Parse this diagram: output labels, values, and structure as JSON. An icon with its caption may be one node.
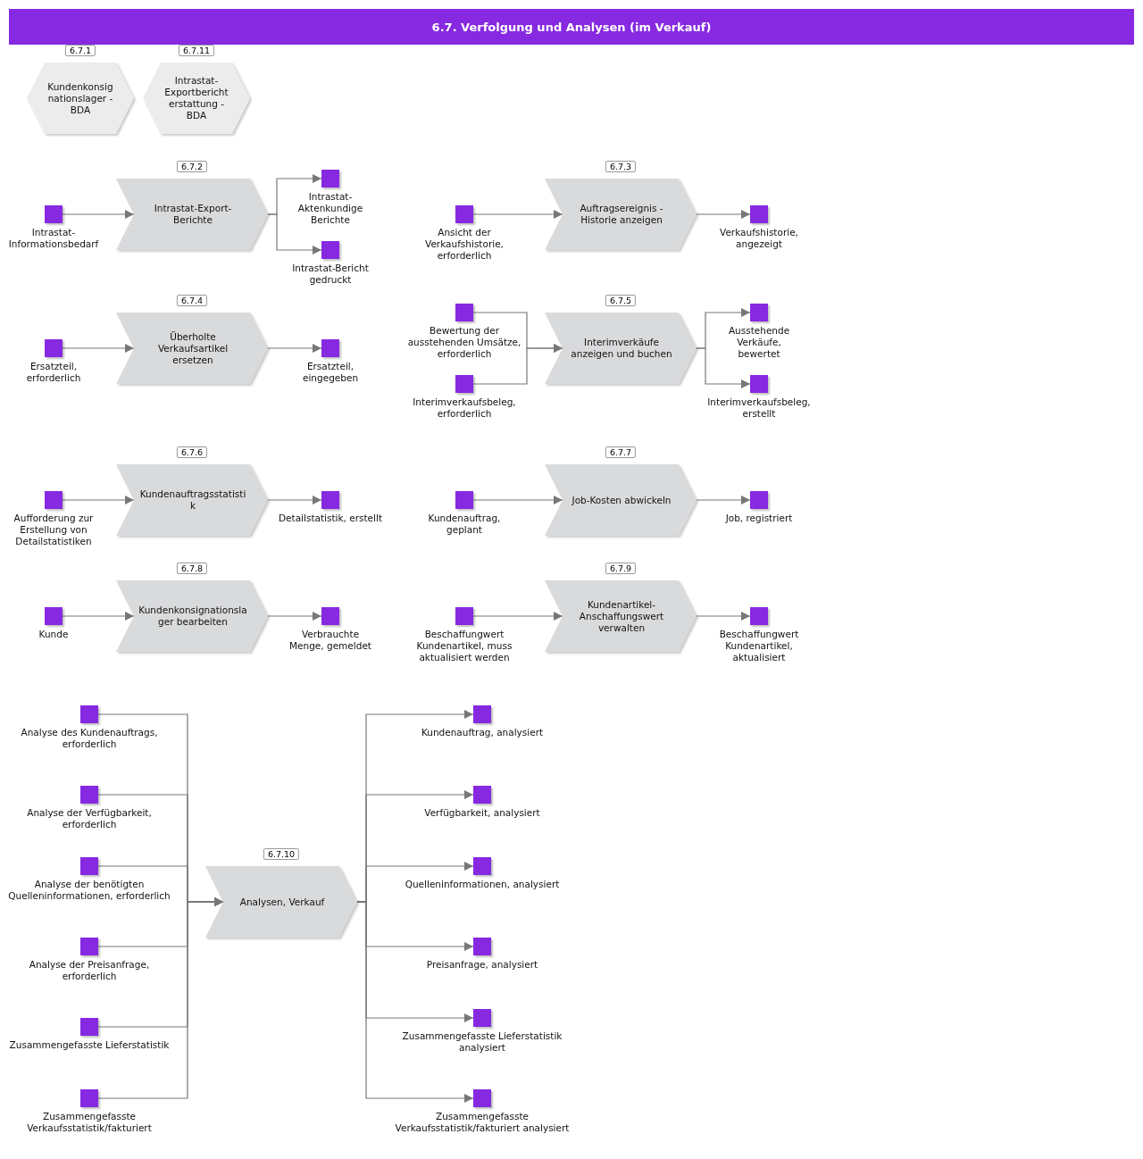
{
  "diagram": {
    "title": "6.7. Verfolgung und Analysen (im Verkauf)",
    "nodes": [
      {
        "text": [
          "6.7.1",
          "Kundenkonsignationslager - BDA"
        ]
      },
      {
        "text": [
          "6.7.11",
          "Intrastat-Exportberichterstattung - BDA"
        ]
      },
      {
        "text": [
          "Intrastat-Informationsbedarf"
        ]
      },
      {
        "text": [
          "6.7.2",
          "Intrastat-Export-Berichte"
        ]
      },
      {
        "text": [
          "Intrastat-Aktenkundige Berichte"
        ]
      },
      {
        "text": [
          "Intrastat-Bericht gedruckt"
        ]
      },
      {
        "text": [
          "Ansicht der Verkaufshistorie, erforderlich"
        ]
      },
      {
        "text": [
          "6.7.3",
          "Auftragsereignis - Historie anzeigen"
        ]
      },
      {
        "text": [
          "Verkaufshistorie, angezeigt"
        ]
      },
      {
        "text": [
          "Ersatzteil, erforderlich"
        ]
      },
      {
        "text": [
          "6.7.4",
          "Überholte Verkaufsartikel ersetzen"
        ]
      },
      {
        "text": [
          "Ersatzteil, eingegeben"
        ]
      },
      {
        "text": [
          "Bewertung der ausstehenden Umsätze, erforderlich"
        ]
      },
      {
        "text": [
          "Interimverkaufsbeleg, erforderlich"
        ]
      },
      {
        "text": [
          "6.7.5",
          "Interimverkäufe anzeigen und buchen"
        ]
      },
      {
        "text": [
          "Ausstehende Verkäufe, bewertet"
        ]
      },
      {
        "text": [
          "Interimverkaufsbeleg, erstellt"
        ]
      },
      {
        "text": [
          "Aufforderung zur Erstellung von Detailstatistiken"
        ]
      },
      {
        "text": [
          "6.7.6",
          "Kundenauftragsstatistik"
        ]
      },
      {
        "text": [
          "Detailstatistik, erstellt"
        ]
      },
      {
        "text": [
          "Kundenauftrag, geplant"
        ]
      },
      {
        "text": [
          "6.7.7",
          "Job-Kosten abwickeln"
        ]
      },
      {
        "text": [
          "Job, registriert"
        ]
      },
      {
        "text": [
          "Kunde"
        ]
      },
      {
        "text": [
          "6.7.8",
          "Kundenkonsignationslager bearbeiten"
        ]
      },
      {
        "text": [
          "Verbrauchte Menge, gemeldet"
        ]
      },
      {
        "text": [
          "Beschaffungwert Kundenartikel, muss aktualisiert werden"
        ]
      },
      {
        "text": [
          "6.7.9",
          "Kundenartikel-Anschaffungswert verwalten"
        ]
      },
      {
        "text": [
          "Beschaffungwert Kundenartikel, aktualisiert"
        ]
      },
      {
        "text": [
          "Analyse des Kundenauftrags, erforderlich"
        ]
      },
      {
        "text": [
          "Analyse der Verfügbarkeit, erforderlich"
        ]
      },
      {
        "text": [
          "Analyse der benötigten Quelleninformationen, erforderlich"
        ]
      },
      {
        "text": [
          "Analyse der Preisanfrage, erforderlich"
        ]
      },
      {
        "text": [
          "Zusammengefasste Lieferstatistik"
        ]
      },
      {
        "text": [
          "Zusammengefasste Verkaufsstatistik/fakturiert"
        ]
      },
      {
        "text": [
          "6.7.10",
          "Analysen, Verkauf"
        ]
      },
      {
        "text": [
          "Kundenauftrag, analysiert"
        ]
      },
      {
        "text": [
          "Verfügbarkeit, analysiert"
        ]
      },
      {
        "text": [
          "Quelleninformationen, analysiert"
        ]
      },
      {
        "text": [
          "Preisanfrage, analysiert"
        ]
      },
      {
        "text": [
          "Zusammengefasste Lieferstatistik analysiert"
        ]
      },
      {
        "text": [
          "Zusammengefasste Verkaufsstatistik/fakturiert analysiert"
        ]
      }
    ],
    "edges": [
      {
        "from": 2,
        "to": 3,
        "arrow": "to"
      },
      {
        "from": 3,
        "to": 4,
        "arrow": "to"
      },
      {
        "from": 3,
        "to": 5,
        "arrow": "to"
      },
      {
        "from": 6,
        "to": 7,
        "arrow": "to"
      },
      {
        "from": 7,
        "to": 8,
        "arrow": "to"
      },
      {
        "from": 9,
        "to": 10,
        "arrow": "to"
      },
      {
        "from": 10,
        "to": 11,
        "arrow": "to"
      },
      {
        "from": 12,
        "to": 14,
        "arrow": "to"
      },
      {
        "from": 13,
        "to": 14,
        "arrow": "to"
      },
      {
        "from": 14,
        "to": 15,
        "arrow": "to"
      },
      {
        "from": 14,
        "to": 16,
        "arrow": "to"
      },
      {
        "from": 17,
        "to": 18,
        "arrow": "to"
      },
      {
        "from": 18,
        "to": 19,
        "arrow": "to"
      },
      {
        "from": 20,
        "to": 21,
        "arrow": "to"
      },
      {
        "from": 21,
        "to": 22,
        "arrow": "to"
      },
      {
        "from": 23,
        "to": 24,
        "arrow": "to"
      },
      {
        "from": 24,
        "to": 25,
        "arrow": "to"
      },
      {
        "from": 26,
        "to": 27,
        "arrow": "to"
      },
      {
        "from": 27,
        "to": 28,
        "arrow": "to"
      },
      {
        "from": 29,
        "to": 35,
        "arrow": "to"
      },
      {
        "from": 30,
        "to": 35,
        "arrow": "to"
      },
      {
        "from": 31,
        "to": 35,
        "arrow": "to"
      },
      {
        "from": 32,
        "to": 35,
        "arrow": "to"
      },
      {
        "from": 33,
        "to": 35,
        "arrow": "to"
      },
      {
        "from": 34,
        "to": 35,
        "arrow": "to"
      },
      {
        "from": 35,
        "to": 36,
        "arrow": "to"
      },
      {
        "from": 35,
        "to": 37,
        "arrow": "to"
      },
      {
        "from": 35,
        "to": 38,
        "arrow": "to"
      },
      {
        "from": 35,
        "to": 39,
        "arrow": "to"
      },
      {
        "from": 35,
        "to": 40,
        "arrow": "to"
      },
      {
        "from": 35,
        "to": 41,
        "arrow": "to"
      }
    ]
  }
}
